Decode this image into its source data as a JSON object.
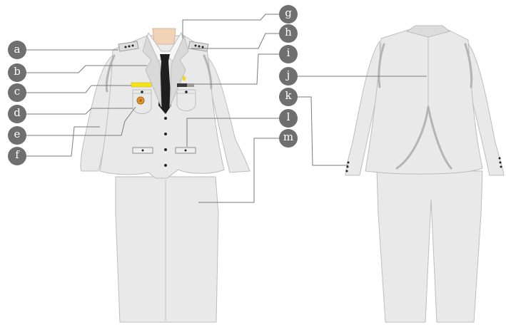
{
  "colors": {
    "uniform": "#e9e9e9",
    "uniform_shade": "#d9d9d9",
    "marker_fill": "#6f6f6f",
    "marker_text": "#ffffff",
    "tie": "#1e1e1e",
    "skin": "#f1d3b8",
    "name_bar": "#f4e21d",
    "badge": "#e19a2a"
  },
  "labels": {
    "a": "a",
    "b": "b",
    "c": "c",
    "d": "d",
    "e": "e",
    "f": "f",
    "g": "g",
    "h": "h",
    "i": "i",
    "j": "j",
    "k": "k",
    "l": "l",
    "m": "m"
  }
}
